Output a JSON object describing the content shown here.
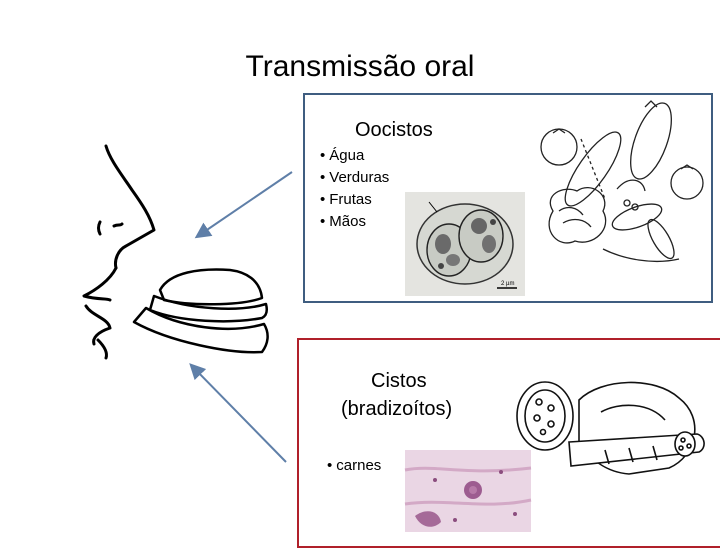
{
  "title": "Transmissão oral",
  "oocysts": {
    "heading": "Oocistos",
    "items": [
      "Água",
      "Verduras",
      "Frutas",
      "Mãos"
    ],
    "scale_label": "2 µm"
  },
  "cysts": {
    "heading_line1": "Cistos",
    "heading_line2": "(bradizoítos)",
    "items": [
      "carnes"
    ]
  },
  "colors": {
    "oocyst_border": "#3f5d80",
    "cyst_border": "#b0202a",
    "arrow": "#5f7fa8"
  }
}
